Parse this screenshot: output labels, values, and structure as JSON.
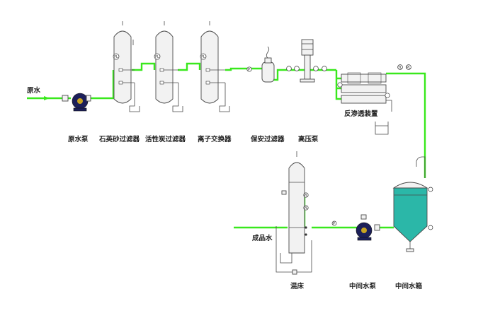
{
  "labels": {
    "raw_water": "原水",
    "raw_water_pump": "原水泵",
    "quartz_sand_filter": "石英砂过滤器",
    "activated_carbon_filter": "活性炭过滤器",
    "ion_exchanger": "离子交换器",
    "security_filter": "保安过滤器",
    "high_pressure_pump": "高压泵",
    "reverse_osmosis": "反渗透装置",
    "product_water": "成品水",
    "mixed_bed": "混床",
    "intermediate_pump": "中间水泵",
    "intermediate_tank": "中间水箱"
  },
  "instruments": {
    "pressure_gauge": "PL",
    "pressure_short": "P",
    "temperature": "TL"
  },
  "colors": {
    "pipe": "#39e81c",
    "pump_body": "#1c1f5a",
    "tank_water": "#2bb7a8",
    "equipment_outline": "#4a4a4a"
  }
}
